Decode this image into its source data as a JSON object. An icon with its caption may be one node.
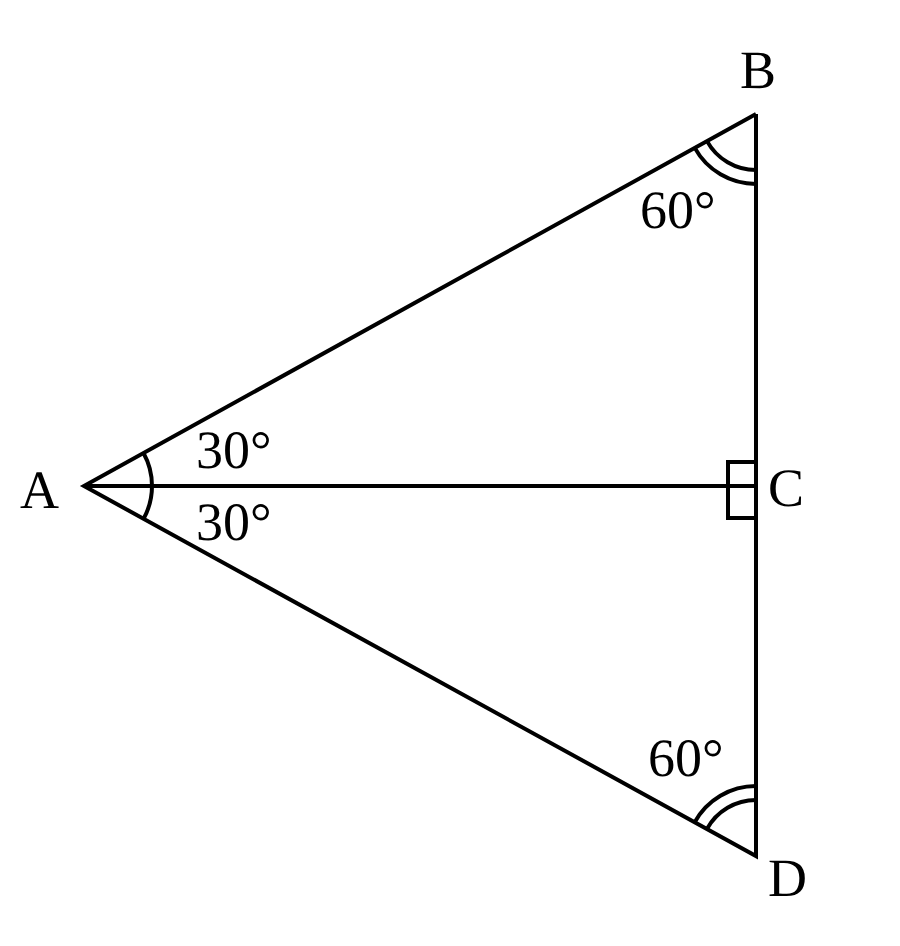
{
  "diagram": {
    "labels": [
      "B",
      "60°",
      "A",
      "30°",
      "C",
      "30°",
      "60°",
      "D"
    ]
  }
}
